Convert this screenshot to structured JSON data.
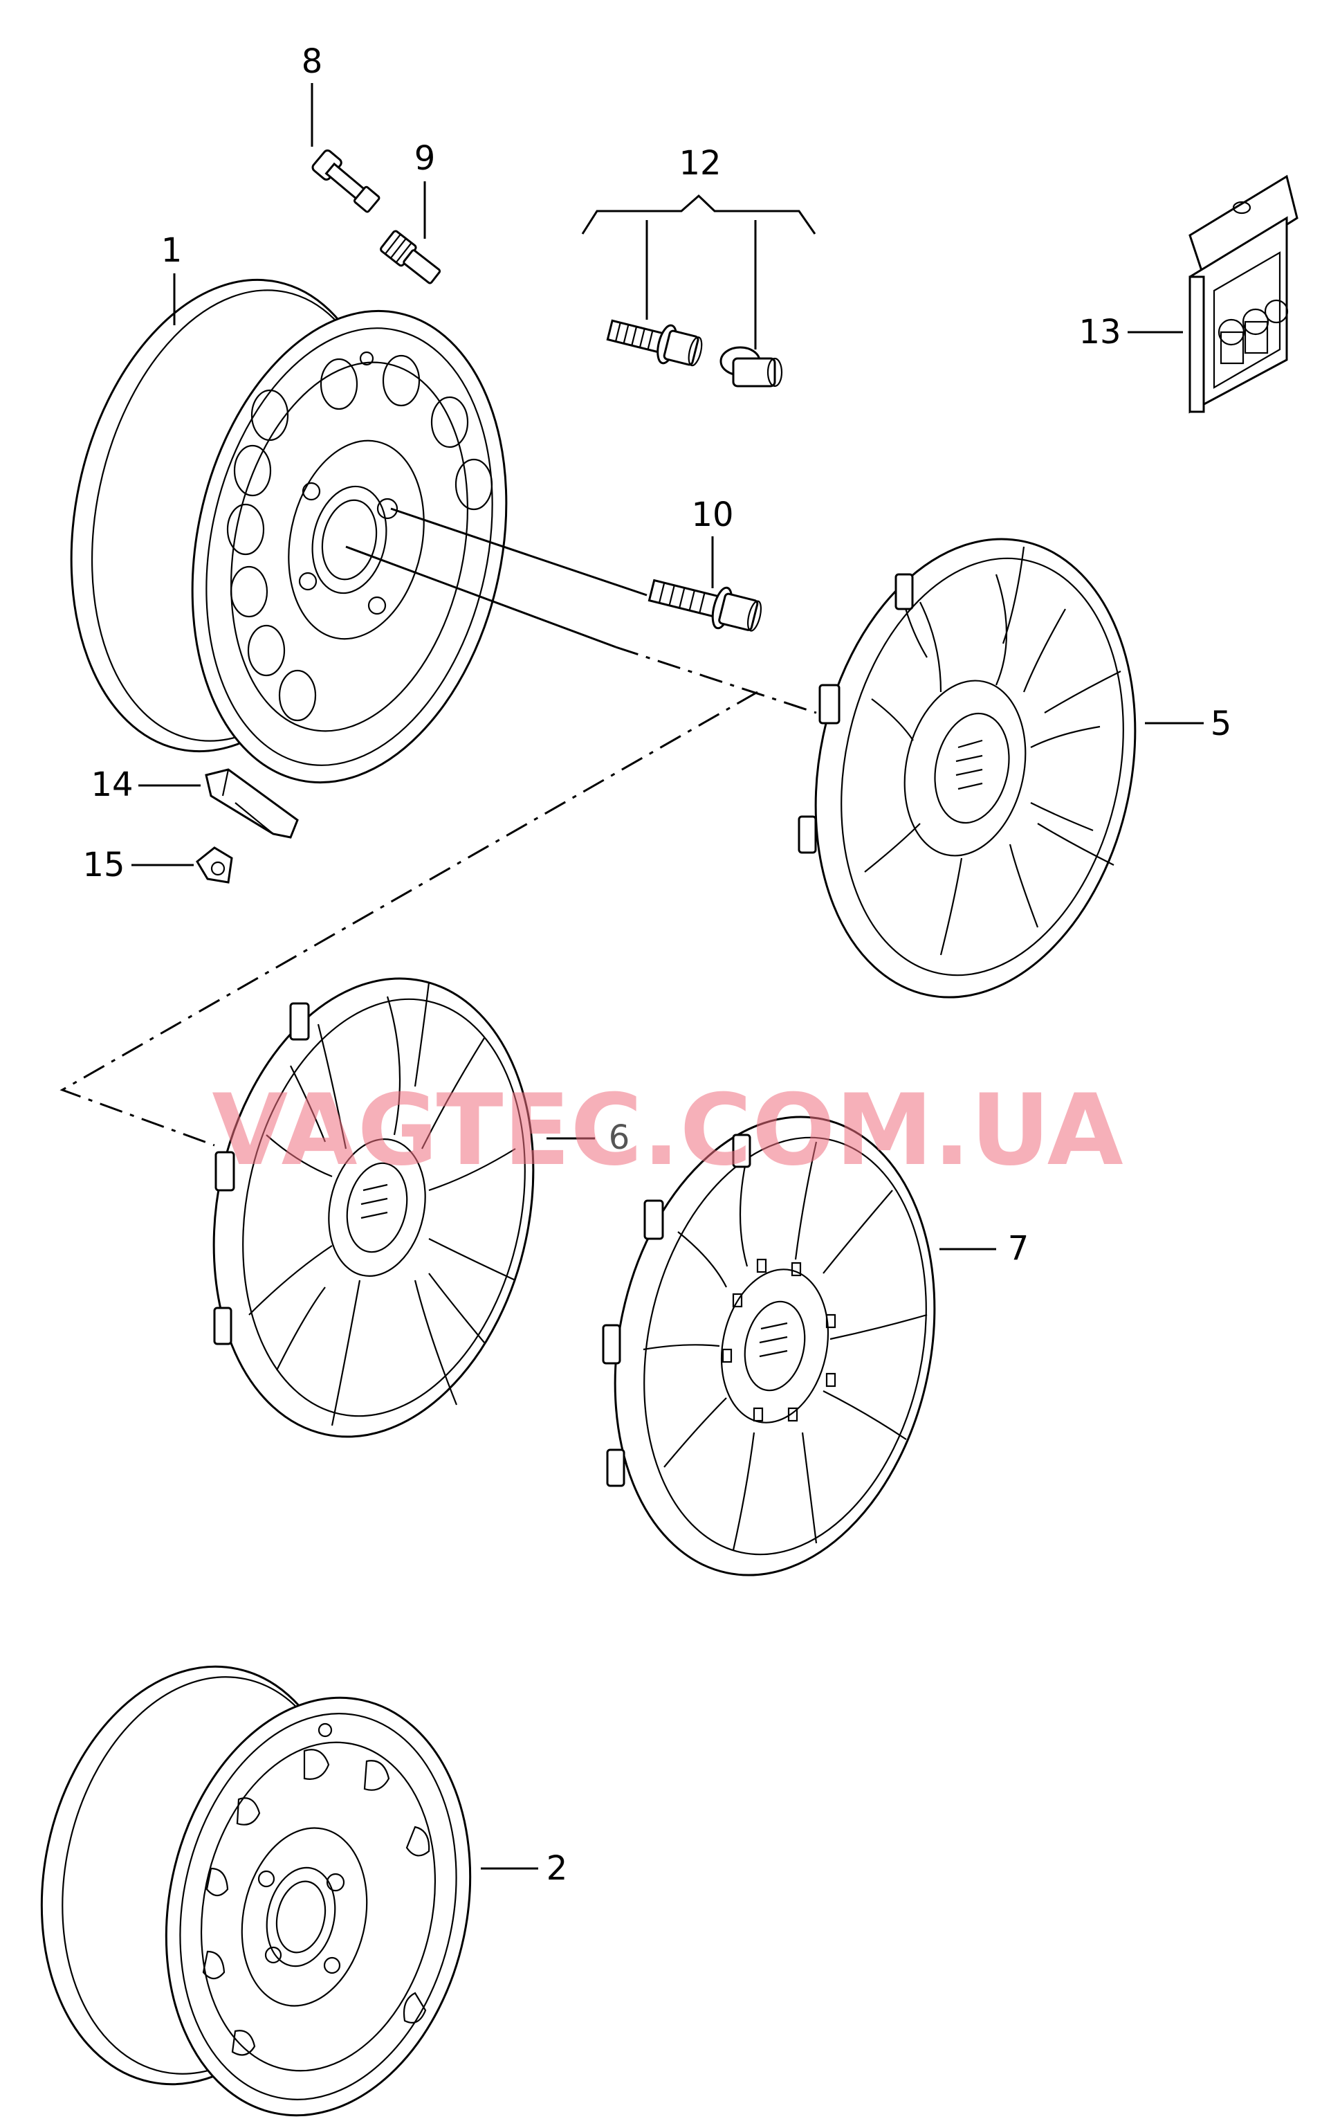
{
  "diagram": {
    "callouts": [
      {
        "id": "1",
        "label": "1"
      },
      {
        "id": "2",
        "label": "2"
      },
      {
        "id": "5",
        "label": "5"
      },
      {
        "id": "6",
        "label": "6"
      },
      {
        "id": "7",
        "label": "7"
      },
      {
        "id": "8",
        "label": "8"
      },
      {
        "id": "9",
        "label": "9"
      },
      {
        "id": "10",
        "label": "10"
      },
      {
        "id": "12",
        "label": "12"
      },
      {
        "id": "13",
        "label": "13"
      },
      {
        "id": "14",
        "label": "14"
      },
      {
        "id": "15",
        "label": "15"
      }
    ],
    "watermark": {
      "text": "VAGTEC.COM.UA",
      "color": "#f07080"
    }
  }
}
